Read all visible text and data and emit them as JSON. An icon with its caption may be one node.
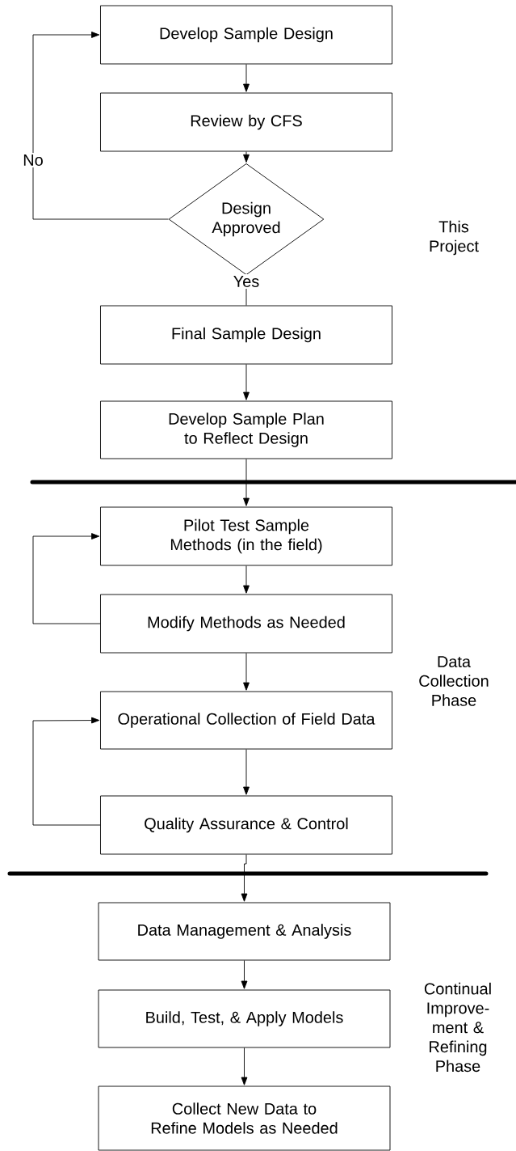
{
  "diagram": {
    "nodes": [
      {
        "text": [
          "Develop Sample Design"
        ]
      },
      {
        "text": [
          "Review by CFS"
        ]
      },
      {
        "text": [
          "Design Approved"
        ]
      },
      {
        "text": [
          "Final Sample Design"
        ]
      },
      {
        "text": [
          "Develop Sample Plan to Reflect Design"
        ]
      },
      {
        "text": [
          "Pilot Test Sample Methods (in the field)"
        ]
      },
      {
        "text": [
          "Modify Methods as Needed"
        ]
      },
      {
        "text": [
          "Operational Collection of Field Data"
        ]
      },
      {
        "text": [
          "Quality Assurance & Control"
        ]
      },
      {
        "text": [
          "Data Management & Analysis"
        ]
      },
      {
        "text": [
          "Build, Test, & Apply Models"
        ]
      },
      {
        "text": [
          "Collect New Data to Refine Models as Needed"
        ]
      }
    ],
    "edges": [
      {
        "from": 0,
        "to": 1,
        "arrow": "to"
      },
      {
        "from": 1,
        "to": 2,
        "arrow": "to"
      },
      {
        "from": 2,
        "to": 0,
        "arrow": "to",
        "label": "No"
      },
      {
        "from": 2,
        "to": 3,
        "arrow": "none",
        "label": "Yes"
      },
      {
        "from": 3,
        "to": 4,
        "arrow": "to"
      },
      {
        "from": 4,
        "to": 5,
        "arrow": "to"
      },
      {
        "from": 5,
        "to": 6,
        "arrow": "to"
      },
      {
        "from": 6,
        "to": 5,
        "arrow": "to"
      },
      {
        "from": 6,
        "to": 7,
        "arrow": "to"
      },
      {
        "from": 7,
        "to": 8,
        "arrow": "to"
      },
      {
        "from": 8,
        "to": 7,
        "arrow": "to"
      },
      {
        "from": 8,
        "to": 9,
        "arrow": "to"
      },
      {
        "from": 9,
        "to": 10,
        "arrow": "to"
      },
      {
        "from": 10,
        "to": 11,
        "arrow": "to"
      }
    ],
    "labels": [
      "This Project",
      "Data Collection Phase",
      "Continual Improve-ment & Refining Phase"
    ]
  }
}
